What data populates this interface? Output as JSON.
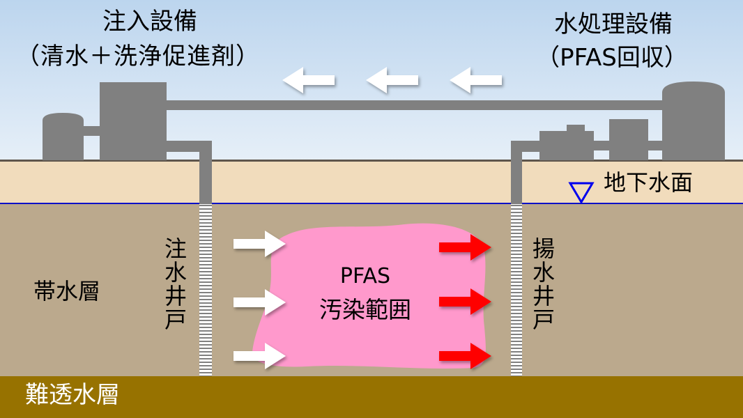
{
  "labels": {
    "injection_facility": "注入設備",
    "injection_contents": "（清水＋洗浄促進剤）",
    "treatment_facility": "水処理設備",
    "treatment_contents": "（PFAS回収）",
    "groundwater_level": "地下水面",
    "aquifer": "帯水層",
    "aquitard": "難透水層",
    "injection_well": "注水井戸",
    "extraction_well": "揚水井戸",
    "contamination_line1": "PFAS",
    "contamination_line2": "汚染範囲"
  },
  "flow_arrows": {
    "surface_return": {
      "direction": "left",
      "count": 3,
      "color": "#ffffff"
    },
    "injection_flow": {
      "direction": "right",
      "count": 3,
      "color": "#ffffff"
    },
    "extraction_flow": {
      "direction": "right",
      "count": 3,
      "color": "#ff0000"
    }
  },
  "colors": {
    "sky_top": "#bcd5ee",
    "sky_bottom": "#e6eff8",
    "unsaturated_soil": "#f1dcbc",
    "aquifer": "#bba98d",
    "aquitard": "#977200",
    "groundwater_line": "#0a10c8",
    "equipment": "#808080",
    "contamination": "#ff99cc",
    "extraction_arrow": "#ff0000",
    "aquitard_text": "#ffffff"
  }
}
